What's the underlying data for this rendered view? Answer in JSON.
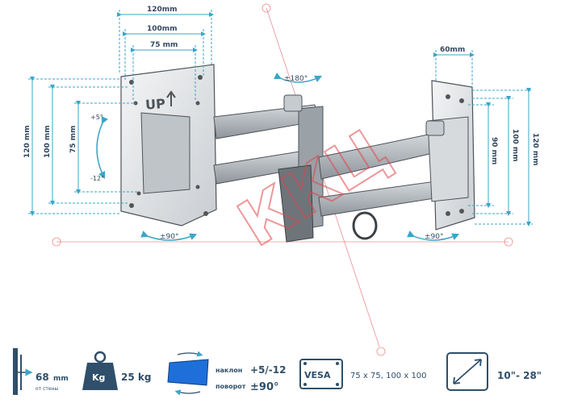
{
  "dimensions": {
    "top_120": "120mm",
    "top_100": "100mm",
    "top_75": "75 mm",
    "left_120": "120 mm",
    "left_100": "100 mm",
    "left_75": "75 mm",
    "right_60": "60mm",
    "right_90": "90 mm",
    "right_100": "100 mm",
    "right_120": "120 mm"
  },
  "rotation": {
    "tilt_up": "+5°",
    "tilt_down": "-12°",
    "swivel_arm": "±180°",
    "swivel_left": "±90°",
    "swivel_right": "±90°"
  },
  "plate_label": "UP",
  "watermark": "ККЦ",
  "specs": {
    "wall_distance_value": "68",
    "wall_distance_unit": "mm",
    "wall_distance_caption": "от стены",
    "weight_icon_label": "Kg",
    "weight_value": "25 kg",
    "tilt_label": "наклон",
    "tilt_value": "+5/-12",
    "swivel_label": "поворот",
    "swivel_value": "±90°",
    "vesa_label": "VESA",
    "vesa_value": "75 x 75, 100 x 100",
    "screen_size": "10\"- 28\""
  },
  "colors": {
    "dimension": "#3aa6c9",
    "metal": "#a7adb3",
    "metal_dark": "#5f666d",
    "watermark": "#e0454a",
    "icon": "#2f4f6a",
    "accent_blue": "#1e6fd9"
  }
}
